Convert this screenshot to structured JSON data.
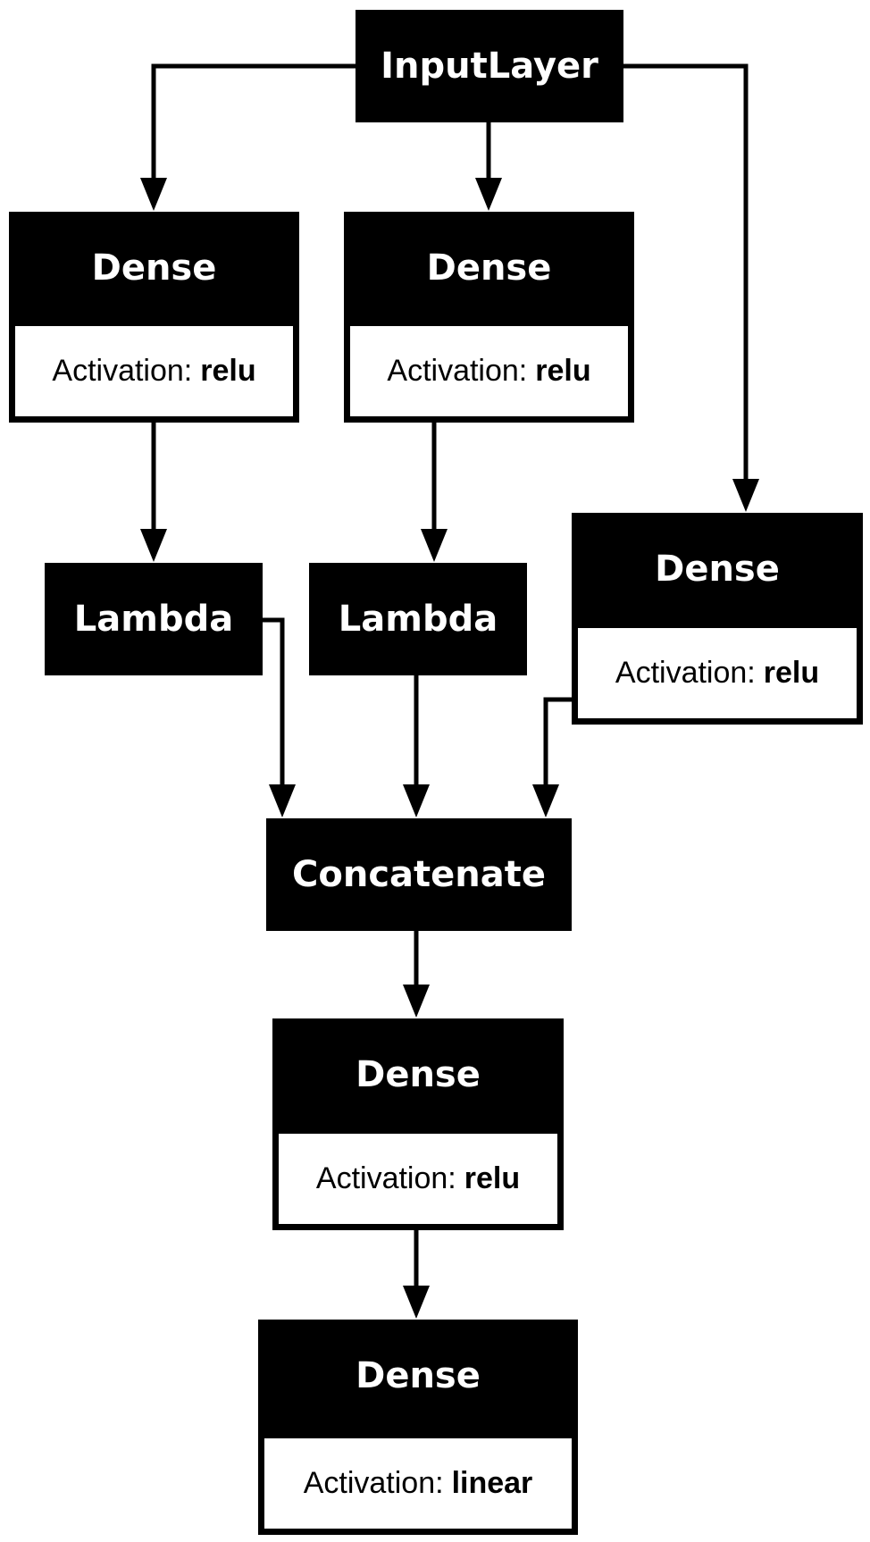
{
  "diagram": {
    "activation_label": "Activation:",
    "nodes": {
      "input": {
        "title": "InputLayer"
      },
      "dense_a": {
        "title": "Dense",
        "activation": "relu"
      },
      "dense_b": {
        "title": "Dense",
        "activation": "relu"
      },
      "dense_c": {
        "title": "Dense",
        "activation": "relu"
      },
      "lambda_a": {
        "title": "Lambda"
      },
      "lambda_b": {
        "title": "Lambda"
      },
      "concat": {
        "title": "Concatenate"
      },
      "dense_d": {
        "title": "Dense",
        "activation": "relu"
      },
      "dense_out": {
        "title": "Dense",
        "activation": "linear"
      }
    },
    "edges": [
      [
        "input",
        "dense_a"
      ],
      [
        "input",
        "dense_b"
      ],
      [
        "input",
        "dense_c"
      ],
      [
        "dense_a",
        "lambda_a"
      ],
      [
        "dense_b",
        "lambda_b"
      ],
      [
        "lambda_a",
        "concat"
      ],
      [
        "lambda_b",
        "concat"
      ],
      [
        "dense_c",
        "concat"
      ],
      [
        "concat",
        "dense_d"
      ],
      [
        "dense_d",
        "dense_out"
      ]
    ],
    "colors": {
      "node_fill": "#000000",
      "node_text": "#ffffff",
      "sub_fill": "#ffffff",
      "edge": "#000000"
    }
  }
}
